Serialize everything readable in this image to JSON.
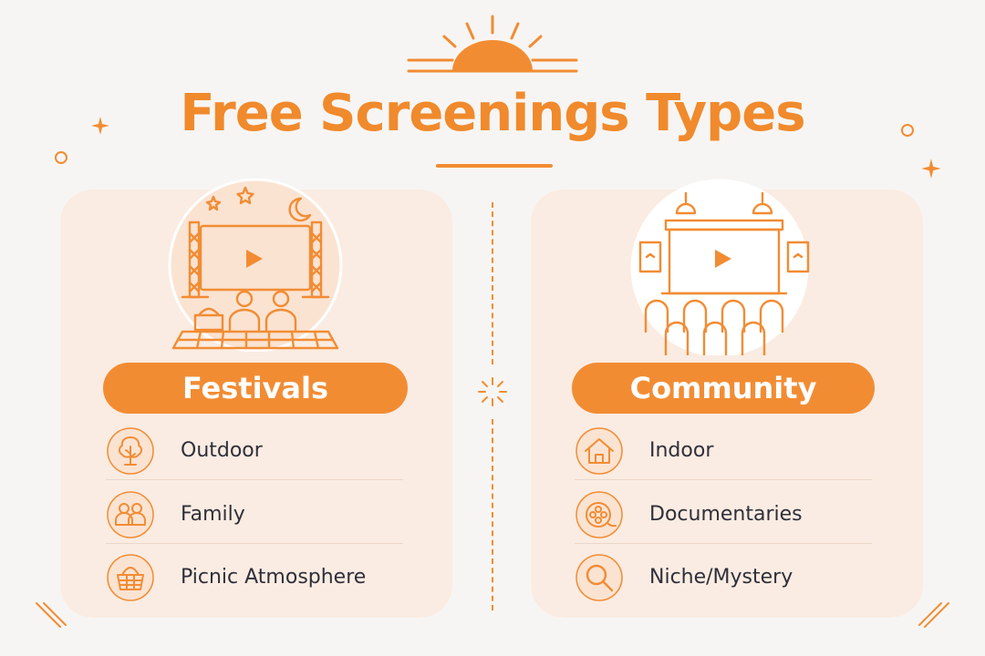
{
  "title": "Free Screenings Types",
  "colors": {
    "accent": "#f28c33",
    "panel": "#faece2",
    "text": "#2f2f3a",
    "background": "#f7f5f3"
  },
  "columns": [
    {
      "heading": "Festivals",
      "illustration": "outdoor-cinema-screen-with-audience",
      "items": [
        {
          "label": "Outdoor",
          "icon": "tree-icon"
        },
        {
          "label": "Family",
          "icon": "people-icon"
        },
        {
          "label": "Picnic Atmosphere",
          "icon": "basket-icon"
        }
      ]
    },
    {
      "heading": "Community",
      "illustration": "indoor-theater-screen-with-seats",
      "items": [
        {
          "label": "Indoor",
          "icon": "house-icon"
        },
        {
          "label": "Documentaries",
          "icon": "film-reel-icon"
        },
        {
          "label": "Niche/Mystery",
          "icon": "magnifier-icon"
        }
      ]
    }
  ]
}
